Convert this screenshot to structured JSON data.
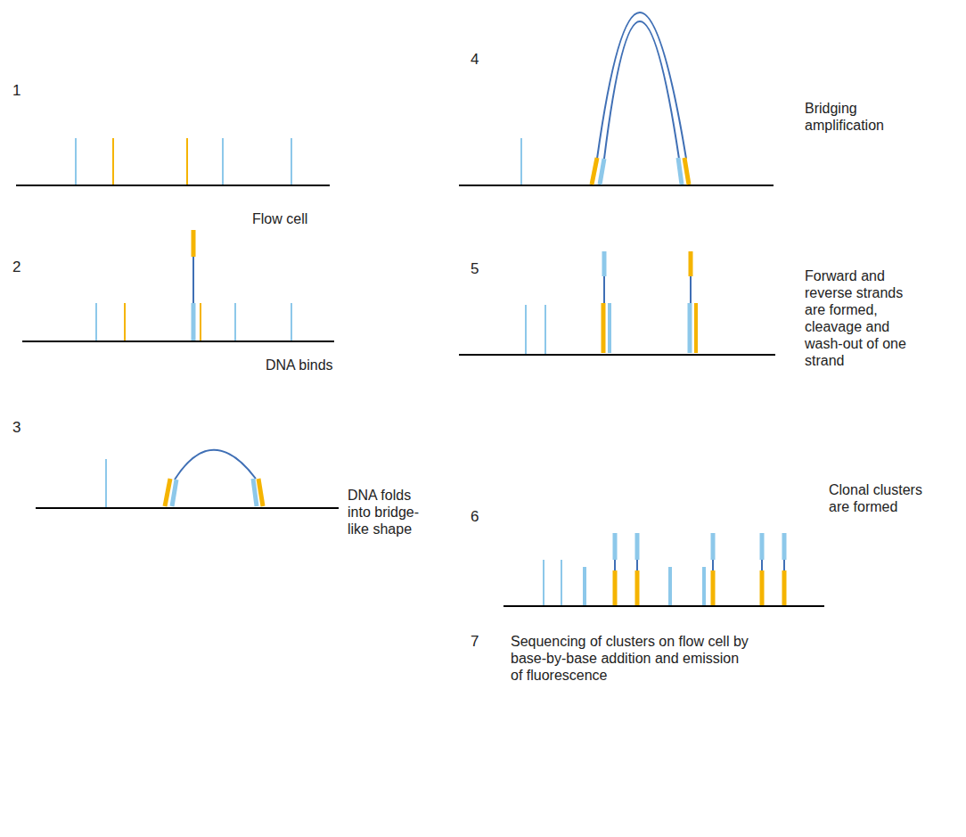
{
  "diagram": {
    "labels": [
      "1",
      "Flow cell",
      "2",
      "DNA binds",
      "3",
      "DNA folds into bridge-like shape",
      "4",
      "Bridging amplification",
      "5",
      "Forward and reverse strands are formed, cleavage and wash-out of one strand",
      "6",
      "Clonal clusters are formed",
      "7",
      "Sequencing of clusters on flow cell by base-by-base addition and emission of fluorescence"
    ]
  }
}
